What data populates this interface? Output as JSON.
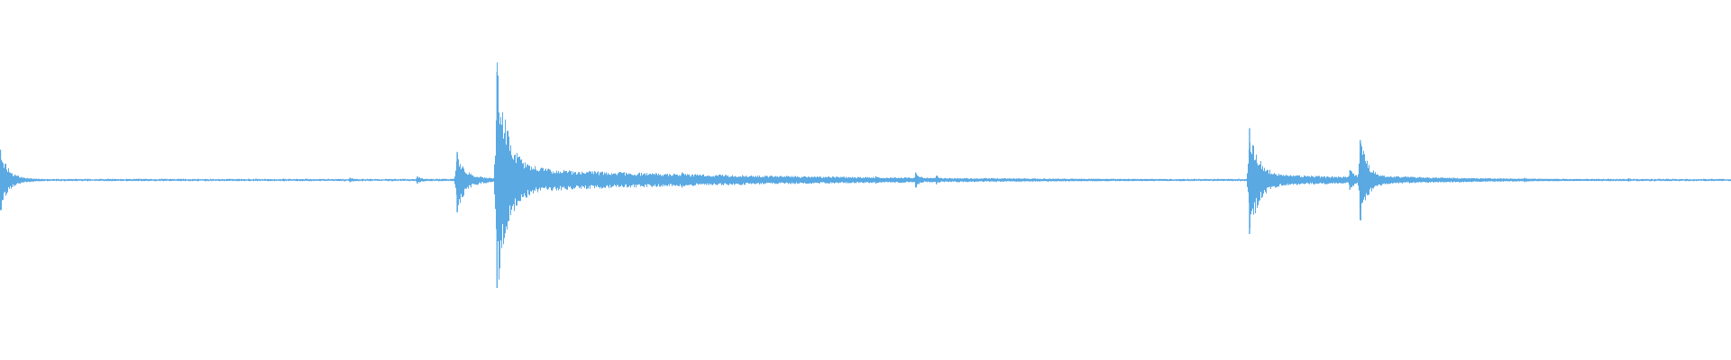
{
  "chart_data": {
    "type": "area",
    "title": "",
    "xlabel": "",
    "ylabel": "",
    "grid": false,
    "legend": "none",
    "x_range": [
      0,
      1
    ],
    "y_range": [
      -1,
      1
    ],
    "series": [
      {
        "color": "#5aa9e3",
        "baseline_amplitude": 0.008,
        "events": [
          {
            "t": 0.0,
            "peak": 0.28,
            "trough": -0.28,
            "decay": 0.004,
            "tail": 0.02
          },
          {
            "t": 0.202,
            "peak": 0.02,
            "trough": -0.02,
            "decay": 0.004,
            "tail": 0.01
          },
          {
            "t": 0.241,
            "peak": 0.035,
            "trough": -0.035,
            "decay": 0.003,
            "tail": 0.015
          },
          {
            "t": 0.264,
            "peak": 0.26,
            "trough": -0.3,
            "decay": 0.004,
            "tail": 0.05
          },
          {
            "t": 0.287,
            "peak": 1.0,
            "trough": -1.0,
            "decay": 0.006,
            "tail": 0.15
          },
          {
            "t": 0.31,
            "peak": 0.025,
            "trough": -0.025,
            "decay": 0.004,
            "tail": 0.015
          },
          {
            "t": 0.361,
            "peak": 0.03,
            "trough": -0.03,
            "decay": 0.003,
            "tail": 0.015
          },
          {
            "t": 0.368,
            "peak": 0.04,
            "trough": -0.04,
            "decay": 0.003,
            "tail": 0.015
          },
          {
            "t": 0.385,
            "peak": 0.035,
            "trough": -0.035,
            "decay": 0.003,
            "tail": 0.015
          },
          {
            "t": 0.394,
            "peak": 0.07,
            "trough": -0.07,
            "decay": 0.005,
            "tail": 0.03
          },
          {
            "t": 0.506,
            "peak": 0.035,
            "trough": -0.035,
            "decay": 0.003,
            "tail": 0.015
          },
          {
            "t": 0.517,
            "peak": 0.025,
            "trough": -0.025,
            "decay": 0.003,
            "tail": 0.015
          },
          {
            "t": 0.529,
            "peak": 0.07,
            "trough": -0.07,
            "decay": 0.003,
            "tail": 0.02
          },
          {
            "t": 0.541,
            "peak": 0.04,
            "trough": -0.04,
            "decay": 0.003,
            "tail": 0.015
          },
          {
            "t": 0.593,
            "peak": 0.012,
            "trough": -0.012,
            "decay": 0.003,
            "tail": 0.01
          },
          {
            "t": 0.722,
            "peak": 0.48,
            "trough": -0.5,
            "decay": 0.005,
            "tail": 0.1
          },
          {
            "t": 0.78,
            "peak": 0.09,
            "trough": -0.09,
            "decay": 0.004,
            "tail": 0.03
          },
          {
            "t": 0.786,
            "peak": 0.37,
            "trough": -0.37,
            "decay": 0.004,
            "tail": 0.08
          },
          {
            "t": 0.881,
            "peak": 0.02,
            "trough": -0.02,
            "decay": 0.003,
            "tail": 0.01
          },
          {
            "t": 0.941,
            "peak": 0.015,
            "trough": -0.015,
            "decay": 0.003,
            "tail": 0.01
          }
        ]
      }
    ]
  }
}
